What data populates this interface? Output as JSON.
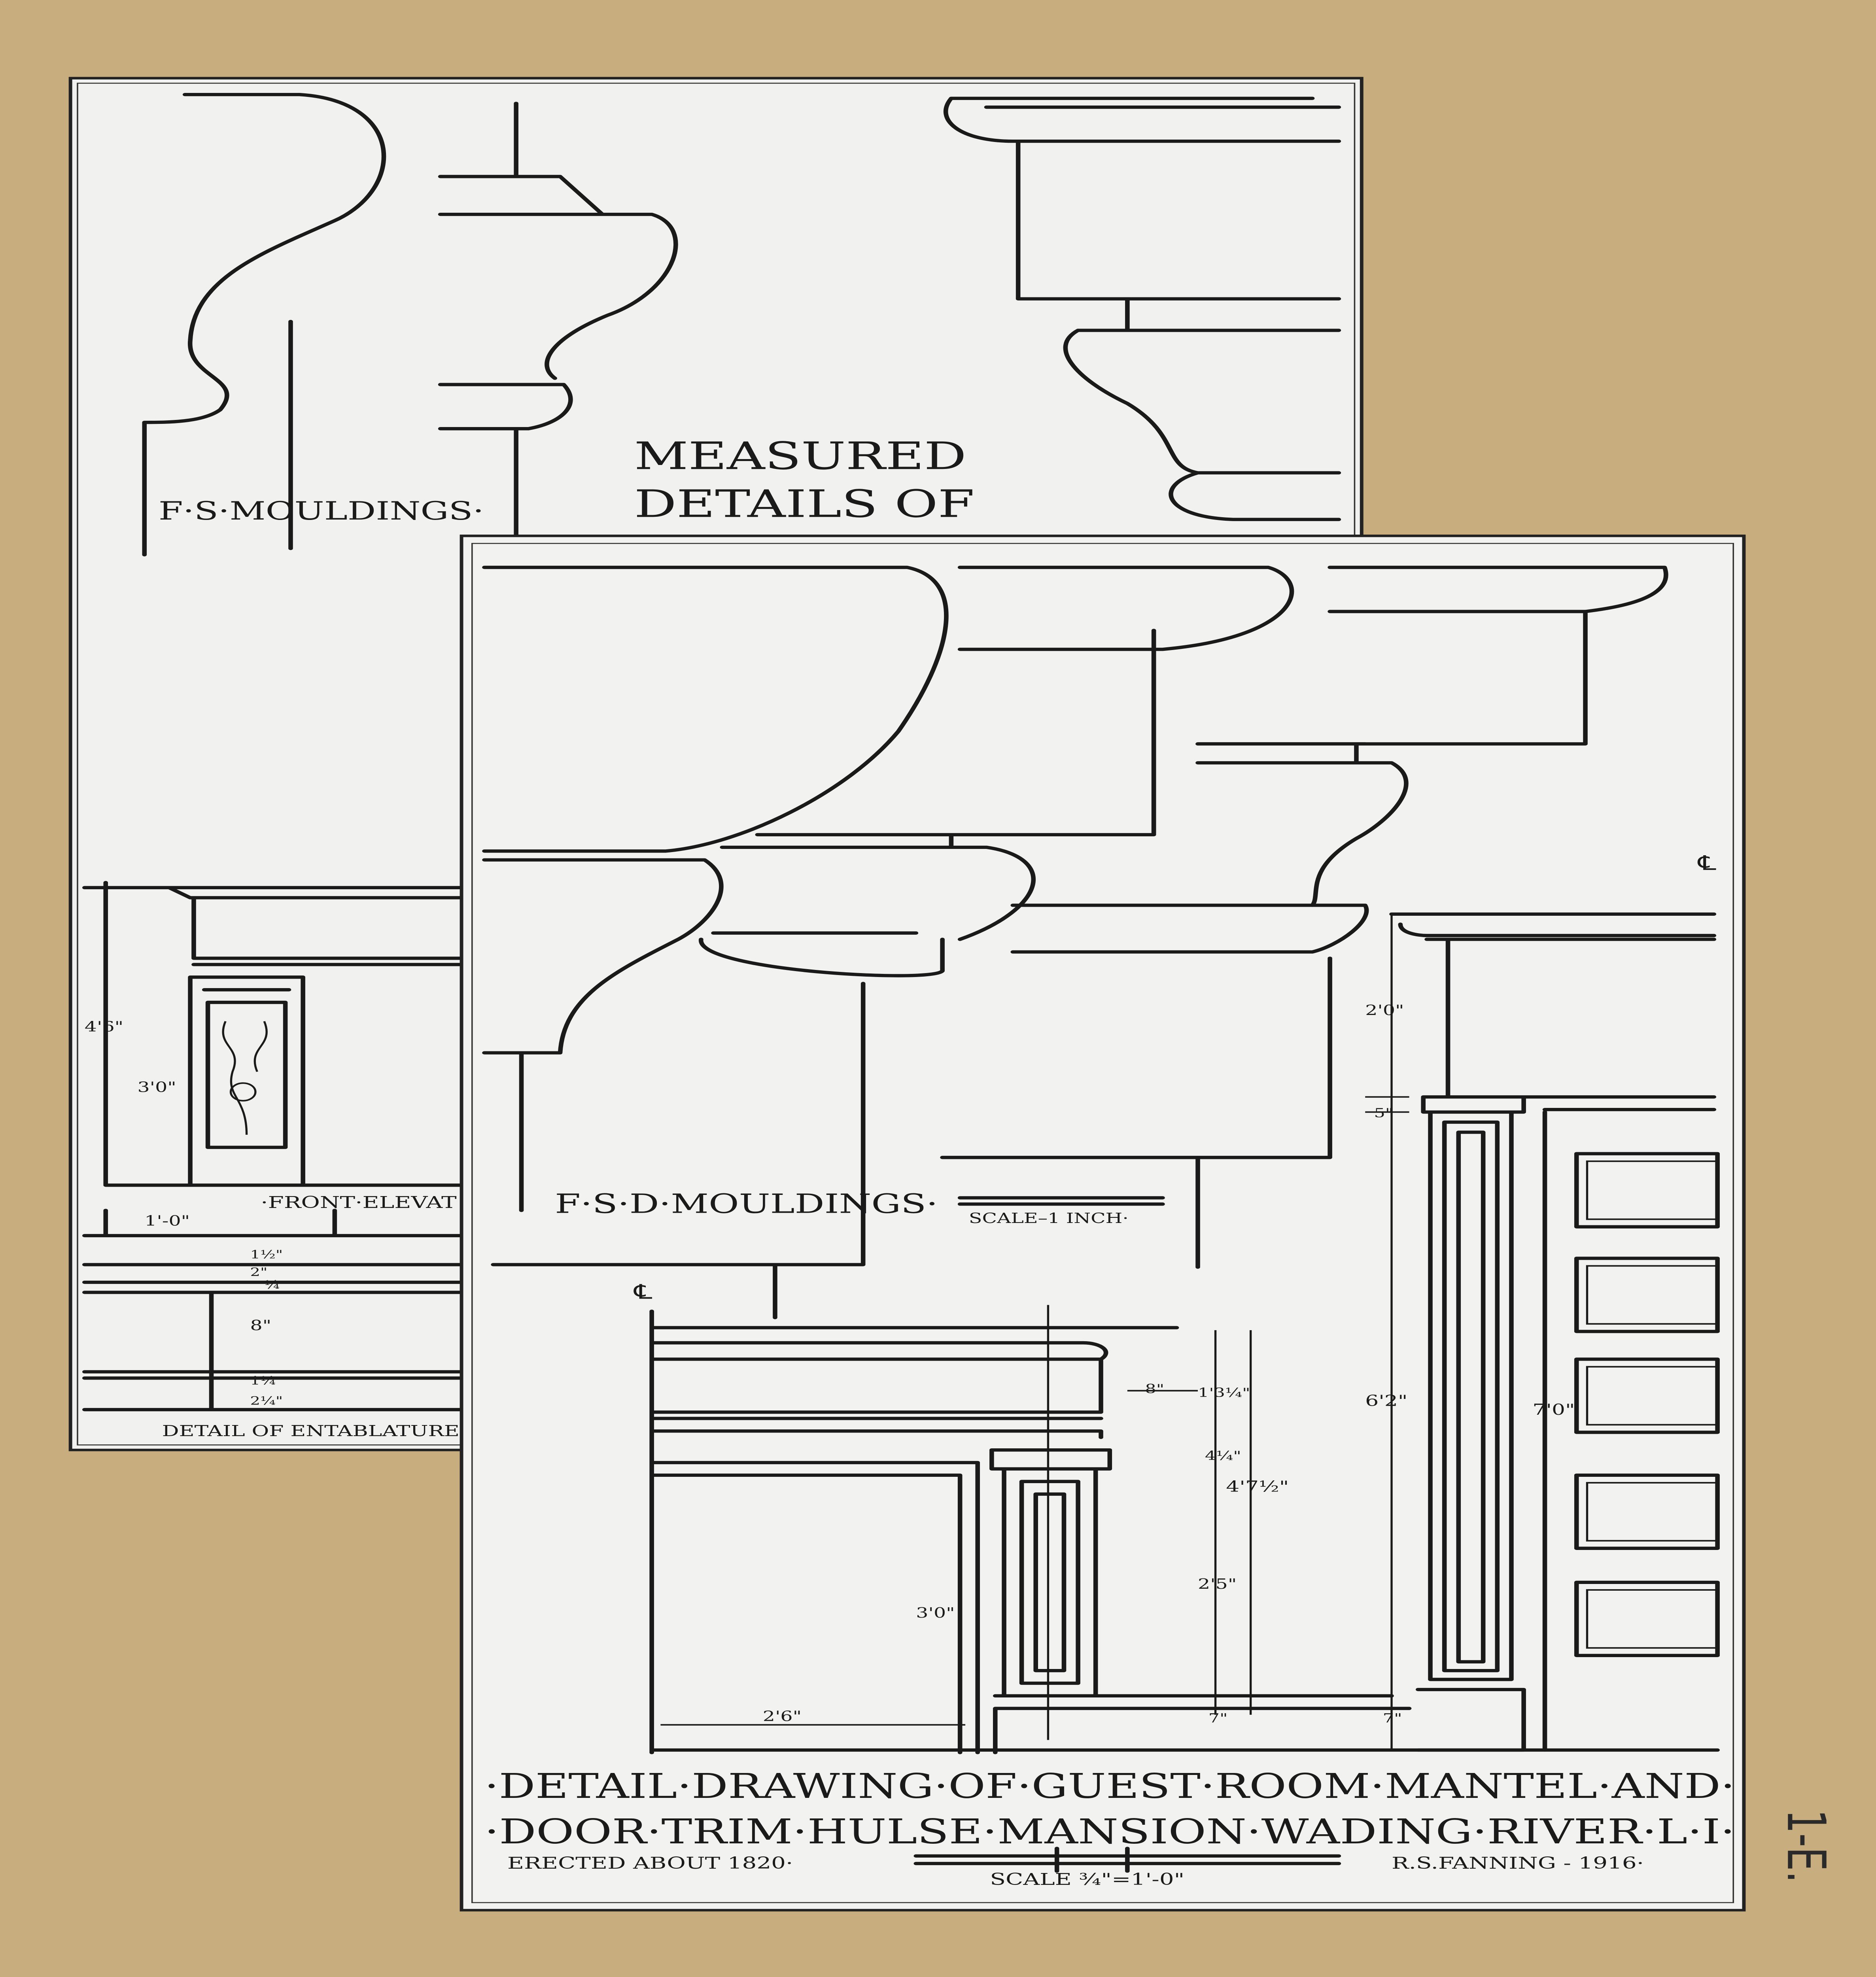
{
  "colors": {
    "board": "#c8ad7f",
    "paper": "#f1f1ef",
    "ink": "#1a1a1a"
  },
  "back_sheet": {
    "mouldings_label": "F·S·MOULDINGS·",
    "title_line1": "MEASURED",
    "title_line2": "DETAILS OF",
    "dim_4_6": "4'6\"",
    "dim_3_0": "3'0\"",
    "front_elevation_label": "·FRONT·ELEVAT",
    "dim_1_0": "1'-0\"",
    "dim_1_half": "1½\"",
    "dim_2": "2\"",
    "dim_quarter": "¼",
    "dim_8": "8\"",
    "dim_1_quarter": "1¼",
    "dim_2_quarter": "2¼\"",
    "entablature_label": "DETAIL OF ENTABLATURE"
  },
  "front_sheet": {
    "mouldings_label": "F·S·D·MOULDINGS·",
    "scale_inch_label": "SCALE–1 INCH·",
    "centerline_symbol": "℄",
    "door_dims": {
      "d_2_0": "2'0\"",
      "d_5": "5\"",
      "d_6_2": "6'2\"",
      "d_7_0": "7'0\"",
      "d_7": "7\""
    },
    "mantel_dims": {
      "d_8": "8\"",
      "d_1_3q": "1'3¼\"",
      "d_4q": "4¼\"",
      "d_4_7h": "4'7½\"",
      "d_2_5": "2'5\"",
      "d_3_0": "3'0\"",
      "d_2_6": "2'6\"",
      "d_7": "7\""
    },
    "title_line1": "·DETAIL·DRAWING·OF·GUEST·ROOM·MANTEL·AND·",
    "title_line2": "·DOOR·TRIM·HULSE·MANSION·WADING·RIVER·L·I·",
    "erected": "ERECTED ABOUT 1820·",
    "scale": "SCALE ¾\"=1'-0\"",
    "author": "R.S.FANNING - 1916·"
  },
  "margin_note": "1-E."
}
